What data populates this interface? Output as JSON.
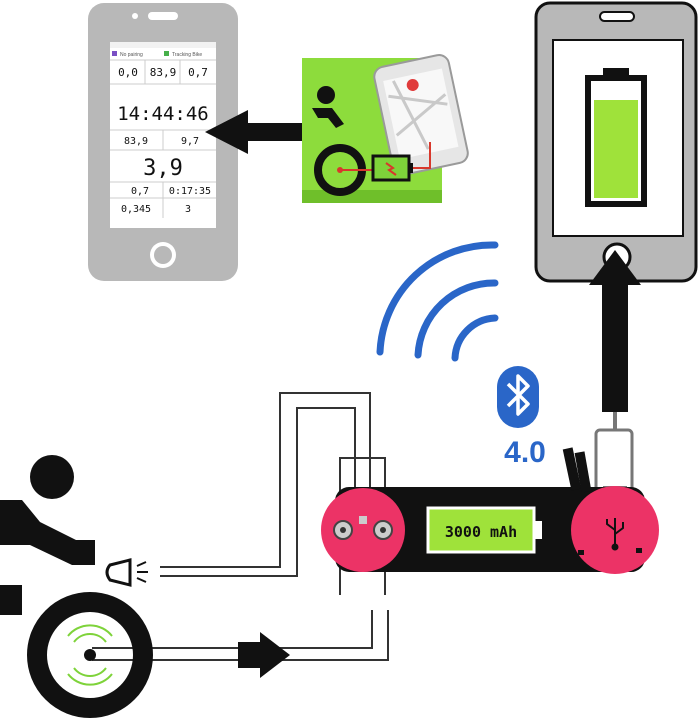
{
  "phone_left": {
    "status_left": "No pairing",
    "status_right": "Tracking Bike",
    "row1": [
      "0,0",
      "83,9",
      "0,7"
    ],
    "time": "14:44:46",
    "row2": [
      "83,9",
      "9,7"
    ],
    "big_value": "3,9",
    "row3": [
      "0,7",
      "0:17:35"
    ],
    "row4": [
      "0,345",
      "3"
    ]
  },
  "battery_pack": {
    "capacity_label": "3000 mAh"
  },
  "bluetooth": {
    "version": "4.0"
  },
  "colors": {
    "phone_gray": "#b8b8b8",
    "pack_pink": "#ec3366",
    "battery_green": "#9fe23a",
    "wave_blue": "#2a66c8",
    "app_icon_green": "#8ddc3c"
  },
  "icons": [
    "cyclist-icon",
    "bike-wheel-icon",
    "headlight-icon",
    "bluetooth-icon",
    "usb-icon",
    "battery-icon",
    "smartphone-icon",
    "app-icon"
  ]
}
